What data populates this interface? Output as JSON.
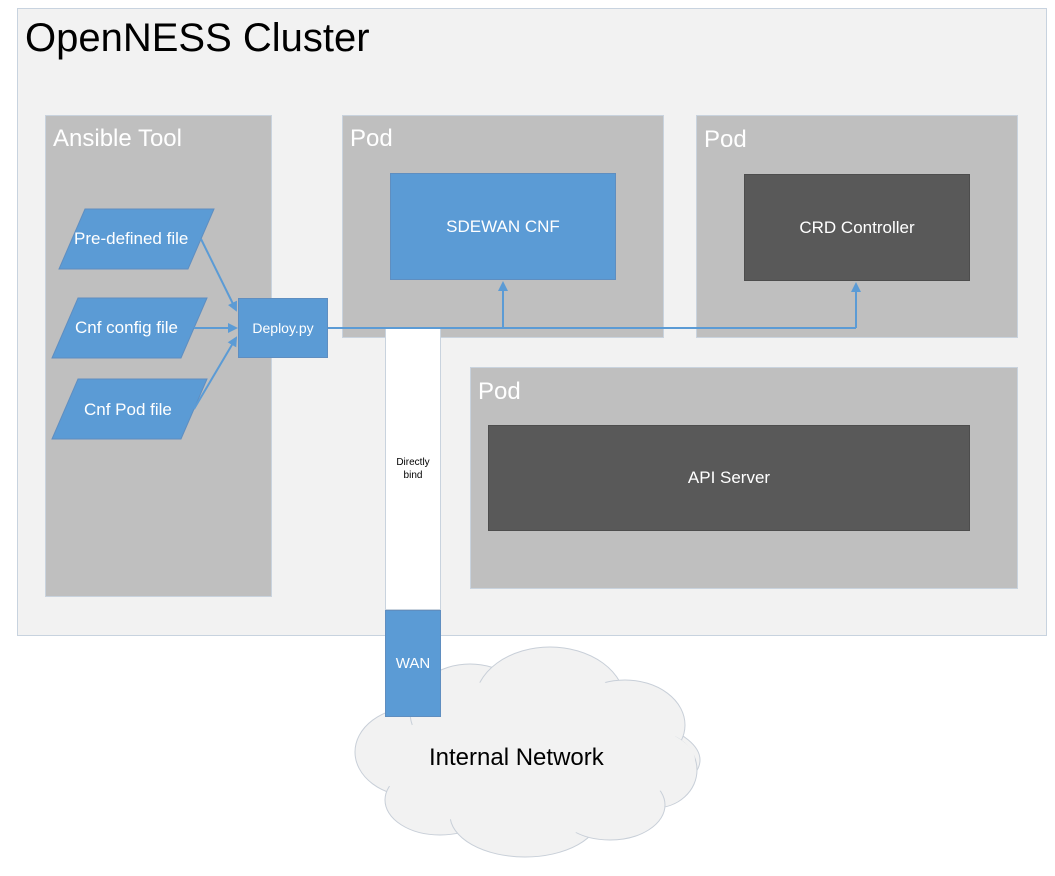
{
  "cluster": {
    "title": "OpenNESS Cluster"
  },
  "ansible": {
    "title": "Ansible Tool",
    "files": [
      "Pre-defined file",
      "Cnf config file",
      "Cnf Pod file"
    ],
    "deploy_label": "Deploy.py"
  },
  "pods": {
    "pod1": {
      "title": "Pod",
      "component": "SDEWAN CNF"
    },
    "pod2": {
      "title": "Pod",
      "component": "CRD Controller"
    },
    "pod3": {
      "title": "Pod",
      "component": "API Server"
    }
  },
  "bind": {
    "line1": "Directly",
    "line2": "bind"
  },
  "wan": {
    "label": "WAN"
  },
  "network": {
    "label": "Internal Network"
  },
  "colors": {
    "blue": "#5b9bd5",
    "dark": "#595959",
    "panel": "#bfbfbf",
    "cluster_bg": "#f2f2f2",
    "cloud": "#f2f2f2"
  }
}
